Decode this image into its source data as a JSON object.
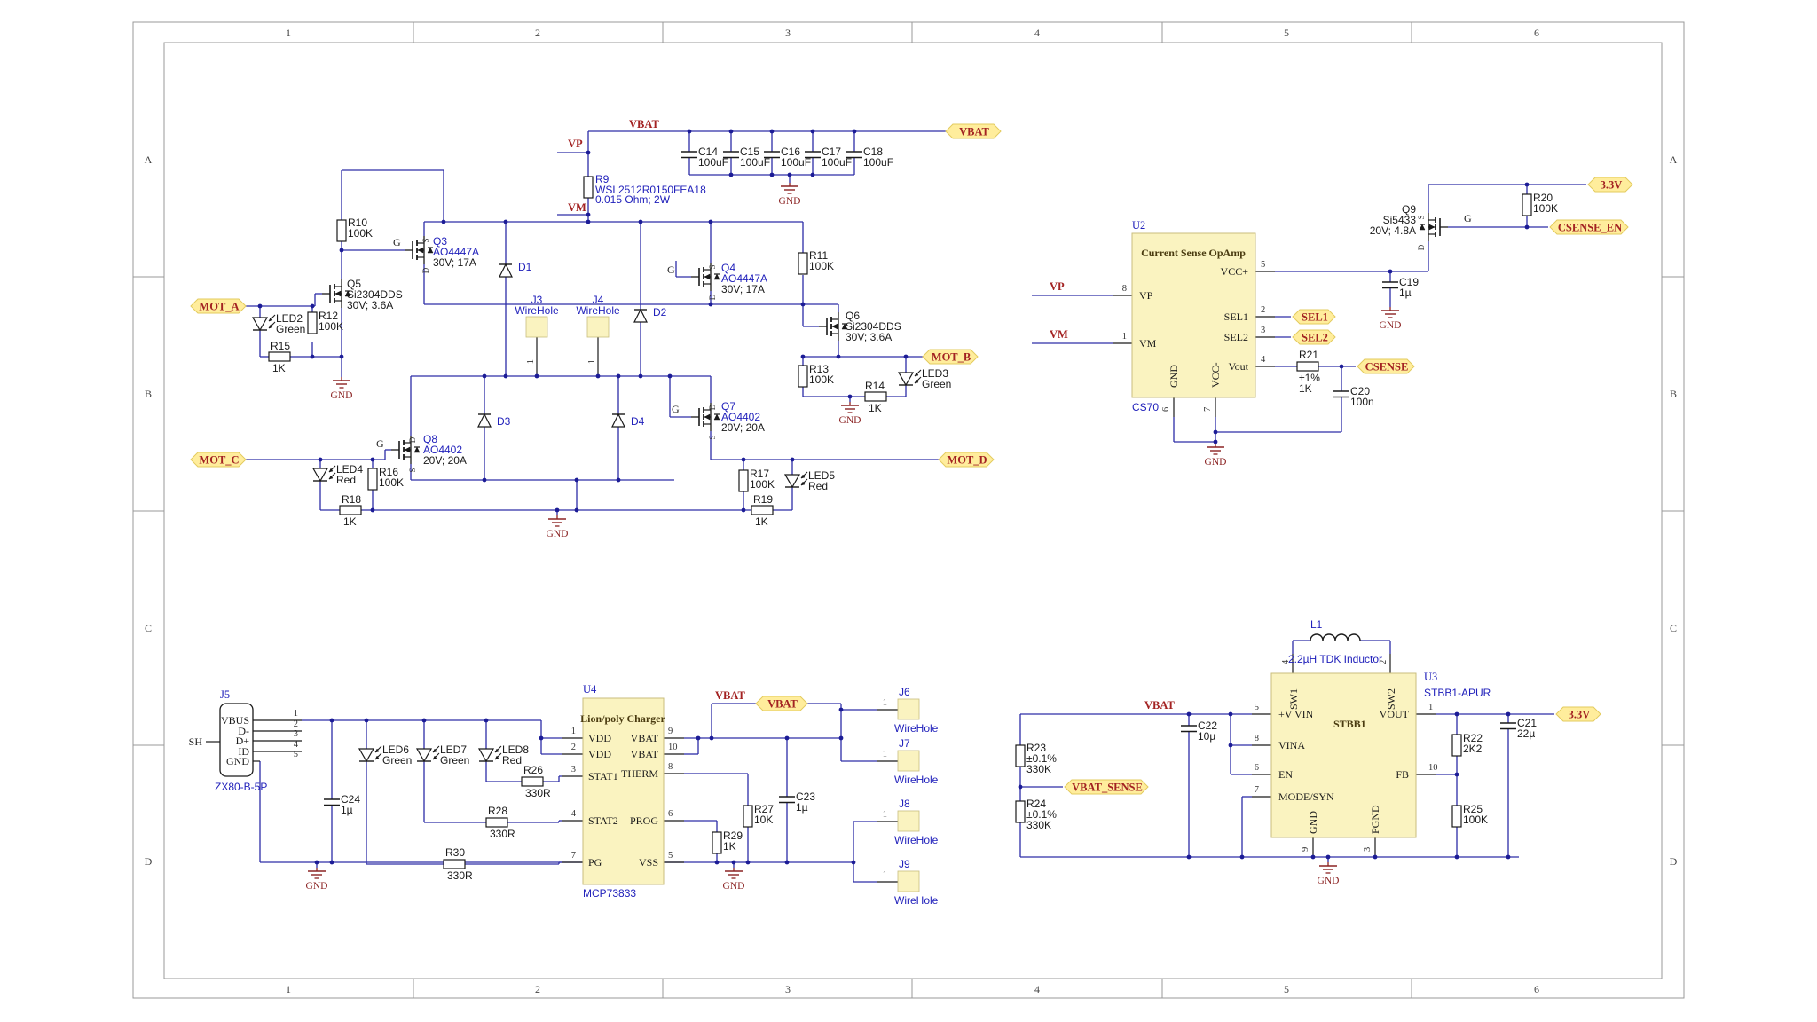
{
  "border": {
    "cols": [
      "1",
      "2",
      "3",
      "4",
      "5",
      "6"
    ],
    "rows": [
      "A",
      "B",
      "C",
      "D"
    ]
  },
  "colors": {
    "wire": "#2d2da8",
    "dot": "#1c1c96",
    "ic_fill": "#FAF3C0",
    "ic_border": "#C9BE7E",
    "flag_fill": "#FFED9C",
    "flag_border": "#E3CB5E",
    "net_text": "#A32222",
    "gnd": "#8B2323",
    "ref_blue": "#2121BB",
    "black": "#1A1A1A"
  },
  "nets": {
    "vbat": "VBAT",
    "vp": "VP",
    "vm": "VM"
  },
  "labels": {
    "gnd": "GND"
  },
  "fet_pins": {
    "g": "G",
    "s": "S",
    "d": "D"
  },
  "parts": {
    "R9": {
      "lines": [
        "R9",
        "WSL2512R0150FEA18",
        "0.015 Ohm; 2W"
      ]
    },
    "R10": {
      "lines": [
        "R10",
        "100K"
      ]
    },
    "R11": {
      "lines": [
        "R11",
        "100K"
      ]
    },
    "R12": {
      "lines": [
        "R12",
        "100K"
      ]
    },
    "R13": {
      "lines": [
        "R13",
        "100K"
      ]
    },
    "R14": {
      "lines": [
        "R14",
        "1K"
      ]
    },
    "R15": {
      "lines": [
        "R15",
        "1K"
      ]
    },
    "R16": {
      "lines": [
        "R16",
        "100K"
      ]
    },
    "R17": {
      "lines": [
        "R17",
        "100K"
      ]
    },
    "R18": {
      "lines": [
        "R18",
        "1K"
      ]
    },
    "R19": {
      "lines": [
        "R19",
        "1K"
      ]
    },
    "R20": {
      "lines": [
        "R20",
        "100K"
      ]
    },
    "R21": {
      "lines": [
        "R21",
        "±1%",
        "1K"
      ]
    },
    "R22": {
      "lines": [
        "R22",
        "2K2"
      ]
    },
    "R23": {
      "lines": [
        "R23",
        "±0.1%",
        "330K"
      ]
    },
    "R24": {
      "lines": [
        "R24",
        "±0.1%",
        "330K"
      ]
    },
    "R25": {
      "lines": [
        "R25",
        "100K"
      ]
    },
    "R26": {
      "lines": [
        "R26",
        "330R"
      ]
    },
    "R27": {
      "lines": [
        "R27",
        "10K"
      ]
    },
    "R28": {
      "lines": [
        "R28",
        "330R"
      ]
    },
    "R29": {
      "lines": [
        "R29",
        "1K"
      ]
    },
    "R30": {
      "lines": [
        "R30",
        "330R"
      ]
    },
    "C14": {
      "lines": [
        "C14",
        "100uF"
      ]
    },
    "C15": {
      "lines": [
        "C15",
        "100uF"
      ]
    },
    "C16": {
      "lines": [
        "C16",
        "100uF"
      ]
    },
    "C17": {
      "lines": [
        "C17",
        "100uF"
      ]
    },
    "C18": {
      "lines": [
        "C18",
        "100uF"
      ]
    },
    "C19": {
      "lines": [
        "C19",
        "1µ"
      ]
    },
    "C20": {
      "lines": [
        "C20",
        "100n"
      ]
    },
    "C21": {
      "lines": [
        "C21",
        "22µ"
      ]
    },
    "C22": {
      "lines": [
        "C22",
        "10µ"
      ]
    },
    "C23": {
      "lines": [
        "C23",
        "1µ"
      ]
    },
    "C24": {
      "lines": [
        "C24",
        "1µ"
      ]
    },
    "D1": {
      "lines": [
        "D1"
      ]
    },
    "D2": {
      "lines": [
        "D2"
      ]
    },
    "D3": {
      "lines": [
        "D3"
      ]
    },
    "D4": {
      "lines": [
        "D4"
      ]
    },
    "LED2": {
      "lines": [
        "LED2",
        "Green"
      ]
    },
    "LED3": {
      "lines": [
        "LED3",
        "Green"
      ]
    },
    "LED4": {
      "lines": [
        "LED4",
        "Red"
      ]
    },
    "LED5": {
      "lines": [
        "LED5",
        "Red"
      ]
    },
    "LED6": {
      "lines": [
        "LED6",
        "Green"
      ]
    },
    "LED7": {
      "lines": [
        "LED7",
        "Green"
      ]
    },
    "LED8": {
      "lines": [
        "LED8",
        "Red"
      ]
    },
    "Q3": {
      "lines": [
        "Q3",
        "AO4447A",
        "30V; 17A"
      ]
    },
    "Q4": {
      "lines": [
        "Q4",
        "AO4447A",
        "30V; 17A"
      ]
    },
    "Q5": {
      "lines": [
        "Q5",
        "Si2304DDS",
        "30V; 3.6A"
      ]
    },
    "Q6": {
      "lines": [
        "Q6",
        "Si2304DDS",
        "30V; 3.6A"
      ]
    },
    "Q7": {
      "lines": [
        "Q7",
        "AO4402",
        "20V; 20A"
      ]
    },
    "Q8": {
      "lines": [
        "Q8",
        "AO4402",
        "20V; 20A"
      ]
    },
    "Q9": {
      "lines": [
        "Q9",
        "Si5433",
        "20V; 4.8A"
      ]
    },
    "L1": {
      "lines": [
        "L1",
        "2.2µH TDK Inductor"
      ]
    }
  },
  "ics": {
    "U2": {
      "ref": "U2",
      "part": "CS70",
      "title": "Current Sense OpAmp",
      "pins": {
        "vp": [
          "VP",
          "8"
        ],
        "vm": [
          "VM",
          "1"
        ],
        "vccp": [
          "VCC+",
          "5"
        ],
        "sel1": [
          "SEL1",
          "2"
        ],
        "sel2": [
          "SEL2",
          "3"
        ],
        "vout": [
          "Vout",
          "4"
        ],
        "gnd": [
          "GND",
          "6"
        ],
        "vccm": [
          "VCC-",
          "7"
        ]
      }
    },
    "U3": {
      "ref": "U3",
      "part": "STBB1-APUR",
      "title": "STBB1",
      "pins": {
        "sw1": [
          "SW1",
          "4"
        ],
        "sw2": [
          "SW2",
          "2"
        ],
        "vin": [
          "+V VIN",
          "5"
        ],
        "vina": [
          "VINA",
          "8"
        ],
        "en": [
          "EN",
          "6"
        ],
        "mode": [
          "MODE/SYN",
          "7"
        ],
        "vout": [
          "VOUT",
          "1"
        ],
        "fb": [
          "FB",
          "10"
        ],
        "gnd": [
          "GND",
          "9"
        ],
        "pgnd": [
          "PGND",
          "3"
        ]
      }
    },
    "U4": {
      "ref": "U4",
      "part": "MCP73833",
      "title": "Lion/poly Charger",
      "pins": {
        "vdd1": [
          "VDD",
          "1"
        ],
        "vdd2": [
          "VDD",
          "2"
        ],
        "stat1": [
          "STAT1",
          "3"
        ],
        "stat2": [
          "STAT2",
          "4"
        ],
        "pg": [
          "PG",
          "7"
        ],
        "vbat9": [
          "VBAT",
          "9"
        ],
        "vbat10": [
          "VBAT",
          "10"
        ],
        "therm": [
          "THERM",
          "8"
        ],
        "prog": [
          "PROG",
          "6"
        ],
        "vss": [
          "VSS",
          "5"
        ]
      }
    }
  },
  "connectors": {
    "J5": {
      "ref": "J5",
      "part": "ZX80-B-5P",
      "sh": "SH",
      "pins": {
        "vbus": [
          "VBUS",
          "1"
        ],
        "dm": [
          "D-",
          "2"
        ],
        "dp": [
          "D+",
          "3"
        ],
        "id": [
          "ID",
          "4"
        ],
        "gnd": [
          "GND",
          "5"
        ]
      }
    },
    "J3": {
      "ref": "J3",
      "label": "WireHole",
      "pin": "1"
    },
    "J4": {
      "ref": "J4",
      "label": "WireHole",
      "pin": "1"
    },
    "J6": {
      "ref": "J6",
      "label": "WireHole",
      "pin": "1"
    },
    "J7": {
      "ref": "J7",
      "label": "WireHole",
      "pin": "1"
    },
    "J8": {
      "ref": "J8",
      "label": "WireHole",
      "pin": "1"
    },
    "J9": {
      "ref": "J9",
      "label": "WireHole",
      "pin": "1"
    }
  },
  "flags": {
    "vbat_top": "VBAT",
    "mot_a": "MOT_A",
    "mot_b": "MOT_B",
    "mot_c": "MOT_C",
    "mot_d": "MOT_D",
    "v33_a": "3.3V",
    "csense_en": "CSENSE_EN",
    "sel1": "SEL1",
    "sel2": "SEL2",
    "csense": "CSENSE",
    "vbat_chg": "VBAT",
    "vbat_sense": "VBAT_SENSE",
    "v33_b": "3.3V"
  }
}
